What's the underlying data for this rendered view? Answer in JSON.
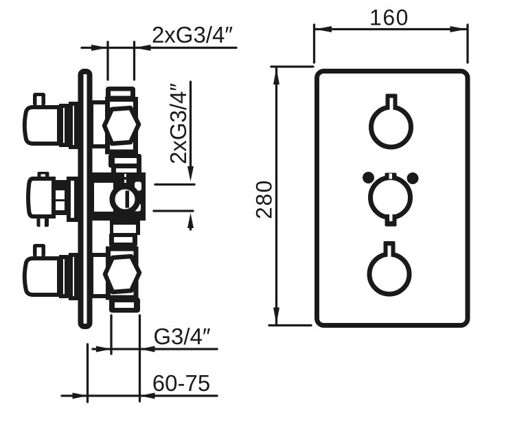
{
  "drawing": {
    "type": "technical installation diagram - concealed thermostatic shower valve",
    "side_view": {
      "label_ports_top": "2xG3/4″",
      "label_ports_right": "2xG3/4″",
      "label_outlet_thread": "G3/4″",
      "label_install_depth": "60-75"
    },
    "front_view": {
      "label_plate_width": "160",
      "label_plate_height": "280"
    },
    "colors": {
      "ink": "#1a1a1a",
      "background": "#ffffff"
    }
  }
}
